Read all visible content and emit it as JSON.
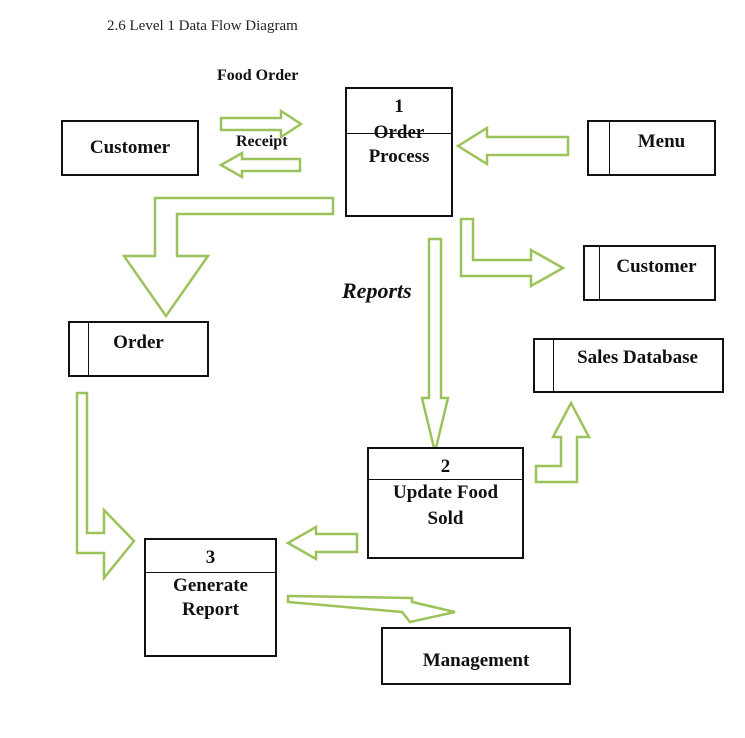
{
  "heading": "2.6 Level 1 Data Flow Diagram",
  "colors": {
    "arrow_stroke": "#9cc25a",
    "border": "#111111"
  },
  "flows": {
    "food_order": "Food Order",
    "receipt": "Receipt",
    "reports": "Reports"
  },
  "entities": {
    "customer_left": "Customer",
    "management": "Management"
  },
  "stores": {
    "menu": "Menu",
    "customer_right": "Customer",
    "order": "Order",
    "sales_database": "Sales Database"
  },
  "processes": {
    "p1": {
      "number": "1",
      "name_line1": "Order",
      "name_line2": "Process"
    },
    "p2": {
      "number": "2",
      "name_line1": "Update Food",
      "name_line2": "Sold"
    },
    "p3": {
      "number": "3",
      "name_line1": "Generate",
      "name_line2": "Report"
    }
  }
}
